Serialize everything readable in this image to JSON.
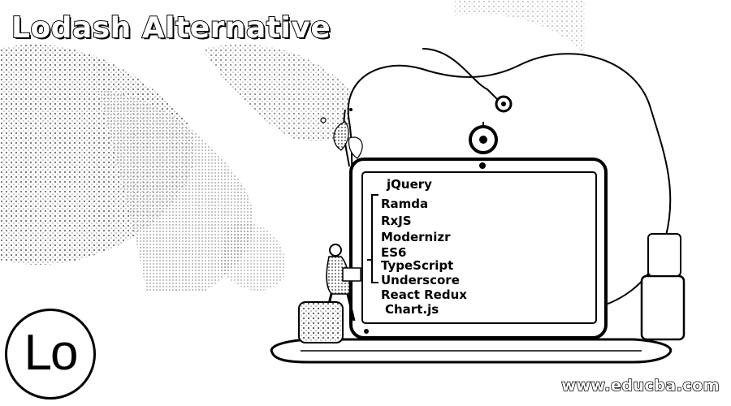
{
  "title": "Lodash Alternative",
  "logo": {
    "text": "Lo",
    "icon": "lodash-logo-icon"
  },
  "screen_items": [
    "jQuery",
    "Ramda",
    "RxJS",
    "Modernizr",
    "ES6",
    "TypeScript",
    "Underscore",
    "React Redux",
    "Chart.js"
  ],
  "website": "www.educba.com",
  "colors": {
    "ink": "#000000",
    "paper": "#ffffff"
  }
}
